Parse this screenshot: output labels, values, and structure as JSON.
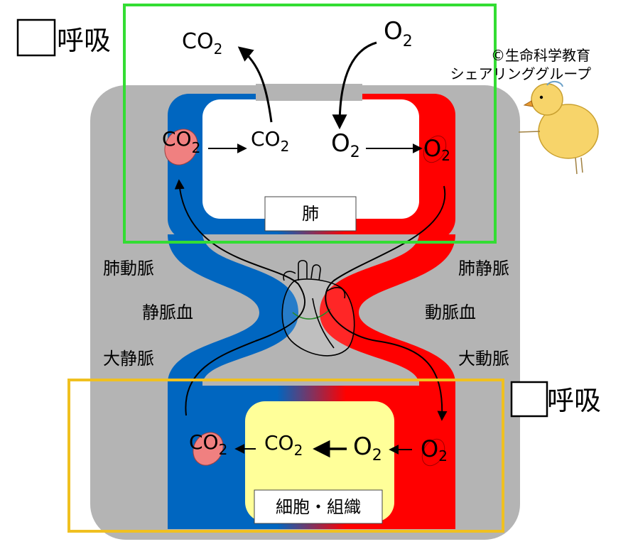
{
  "respiration_external": {
    "checkbox": "",
    "label": "呼吸"
  },
  "respiration_internal": {
    "checkbox": "",
    "label": "呼吸"
  },
  "credit": {
    "line1": "©生命科学教育",
    "line2": "シェアリンググループ"
  },
  "lung": {
    "label": "肺"
  },
  "tissue": {
    "label": "細胞・組織"
  },
  "vessels": {
    "pulmonary_artery": "肺動脈",
    "pulmonary_vein": "肺静脈",
    "venous_blood": "静脈血",
    "arterial_blood": "動脈血",
    "vena_cava": "大静脈",
    "aorta": "大動脈"
  },
  "gases": {
    "co2_base": "CO",
    "o2_base": "O",
    "subscript": "2"
  },
  "colors": {
    "venous": "#0066c0",
    "arterial": "#ff0000",
    "body_bg": "#b4b4b4",
    "lung_box": "#33dd33",
    "tissue_box": "#f0c020",
    "tissue_fill": "#ffff99",
    "rbc": "#f08080"
  }
}
